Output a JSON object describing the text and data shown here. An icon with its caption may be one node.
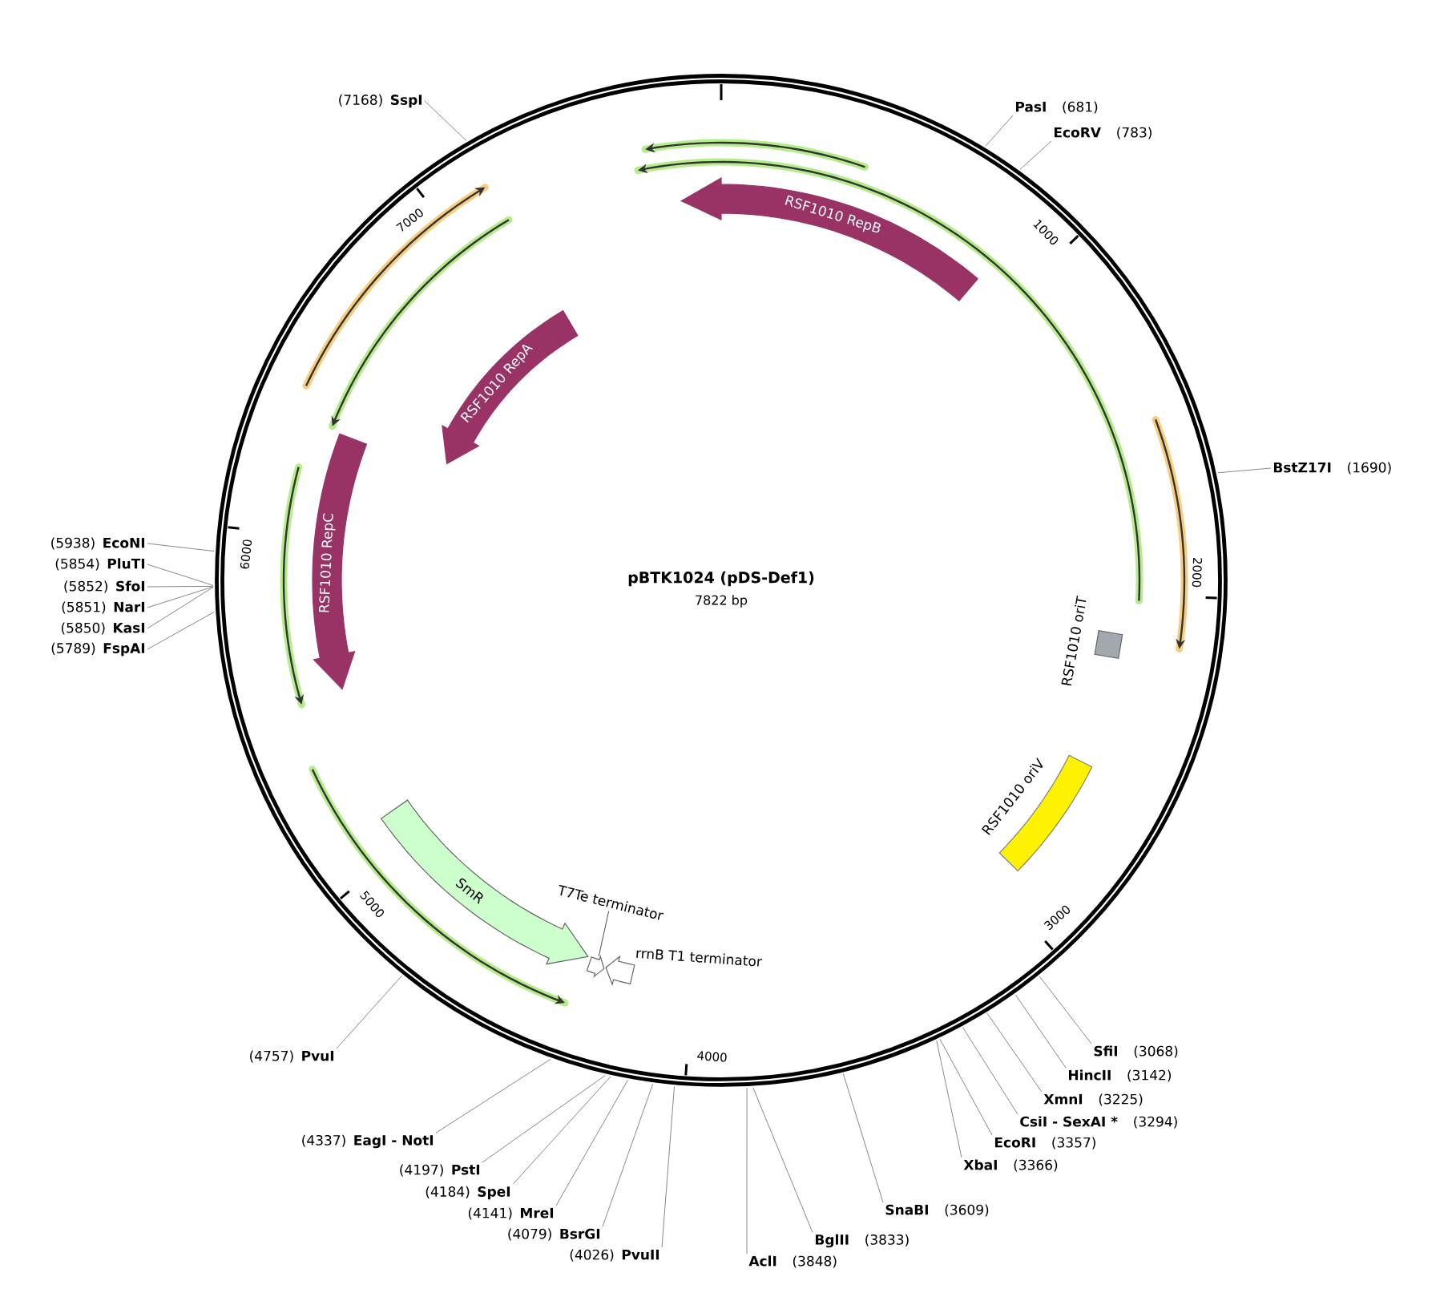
{
  "diagram": {
    "title": "pBTK1024 (pDS-Def1)",
    "nodes": [
      {
        "text": [
          "RSF1010 RepB"
        ]
      },
      {
        "text": [
          "RSF1010 RepA"
        ]
      },
      {
        "text": [
          "RSF1010 RepC"
        ]
      },
      {
        "text": [
          "SmR"
        ]
      },
      {
        "text": [
          "T7Te terminator"
        ]
      },
      {
        "text": [],
        "shape": "arrow"
      },
      {
        "text": [
          "rrnB T1 terminator"
        ]
      },
      {
        "text": [
          "RSF1010 oriT"
        ]
      },
      {
        "text": [
          "RSF1010 oriV"
        ]
      },
      {
        "text": [
          "(7168)",
          "SspI"
        ]
      },
      {
        "text": [
          "PasI",
          "(681)"
        ]
      },
      {
        "text": [
          "EcoRV",
          "(783)"
        ]
      },
      {
        "text": [
          "BstZ17I",
          "(1690)"
        ]
      },
      {
        "text": [
          "(5938)",
          "EcoNI"
        ]
      },
      {
        "text": [
          "(5854)",
          "PluTI"
        ]
      },
      {
        "text": [
          "(5852)",
          "SfoI"
        ]
      },
      {
        "text": [
          "(5851)",
          "NarI"
        ]
      },
      {
        "text": [
          "(5850)",
          "KasI"
        ]
      },
      {
        "text": [
          "(5789)",
          "FspAI"
        ]
      },
      {
        "text": [
          "(4757)",
          "PvuI"
        ]
      },
      {
        "text": [
          "(4337)",
          "EagI - NotI"
        ]
      },
      {
        "text": [
          "(4197)",
          "PstI"
        ]
      },
      {
        "text": [
          "(4184)",
          "SpeI"
        ]
      },
      {
        "text": [
          "(4141)",
          "MreI"
        ]
      },
      {
        "text": [
          "(4079)",
          "BsrGI"
        ]
      },
      {
        "text": [
          "(4026)",
          "PvuII"
        ]
      },
      {
        "text": [
          "AclI",
          "(3848)"
        ]
      },
      {
        "text": [
          "BglII",
          "(3833)"
        ]
      },
      {
        "text": [
          "SnaBI",
          "(3609)"
        ]
      },
      {
        "text": [
          "XbaI",
          "(3366)"
        ]
      },
      {
        "text": [
          "EcoRI",
          "(3357)"
        ]
      },
      {
        "text": [
          "CsiI - SexAI *",
          "(3294)"
        ]
      },
      {
        "text": [
          "XmnI",
          "(3225)"
        ]
      },
      {
        "text": [
          "HincII",
          "(3142)"
        ]
      },
      {
        "text": [
          "SfiI",
          "(3068)"
        ]
      }
    ],
    "edges": [
      {
        "from": 4,
        "to": 5,
        "arrow": "none"
      },
      {
        "from": 9,
        "to": null,
        "arrow": "none"
      },
      {
        "from": 10,
        "to": null,
        "arrow": "none"
      },
      {
        "from": 11,
        "to": null,
        "arrow": "none"
      },
      {
        "from": 12,
        "to": null,
        "arrow": "none"
      },
      {
        "from": 13,
        "to": null,
        "arrow": "none"
      },
      {
        "from": 14,
        "to": null,
        "arrow": "none"
      },
      {
        "from": 15,
        "to": null,
        "arrow": "none"
      },
      {
        "from": 16,
        "to": null,
        "arrow": "none"
      },
      {
        "from": 17,
        "to": null,
        "arrow": "none"
      },
      {
        "from": 18,
        "to": null,
        "arrow": "none"
      },
      {
        "from": 19,
        "to": null,
        "arrow": "none"
      },
      {
        "from": 20,
        "to": null,
        "arrow": "none"
      },
      {
        "from": 21,
        "to": null,
        "arrow": "none"
      },
      {
        "from": 22,
        "to": null,
        "arrow": "none"
      },
      {
        "from": 23,
        "to": null,
        "arrow": "none"
      },
      {
        "from": 24,
        "to": null,
        "arrow": "none"
      },
      {
        "from": 25,
        "to": null,
        "arrow": "none"
      },
      {
        "from": 26,
        "to": null,
        "arrow": "none"
      },
      {
        "from": 27,
        "to": null,
        "arrow": "none"
      },
      {
        "from": 28,
        "to": null,
        "arrow": "none"
      },
      {
        "from": 29,
        "to": null,
        "arrow": "none"
      },
      {
        "from": 30,
        "to": null,
        "arrow": "none"
      },
      {
        "from": 31,
        "to": null,
        "arrow": "none"
      },
      {
        "from": 32,
        "to": null,
        "arrow": "none"
      },
      {
        "from": 33,
        "to": null,
        "arrow": "none"
      },
      {
        "from": 34,
        "to": null,
        "arrow": "none"
      }
    ],
    "labels": [
      "7822 bp",
      "1000",
      "2000",
      "3000",
      "4000",
      "5000",
      "6000",
      "7000"
    ]
  }
}
